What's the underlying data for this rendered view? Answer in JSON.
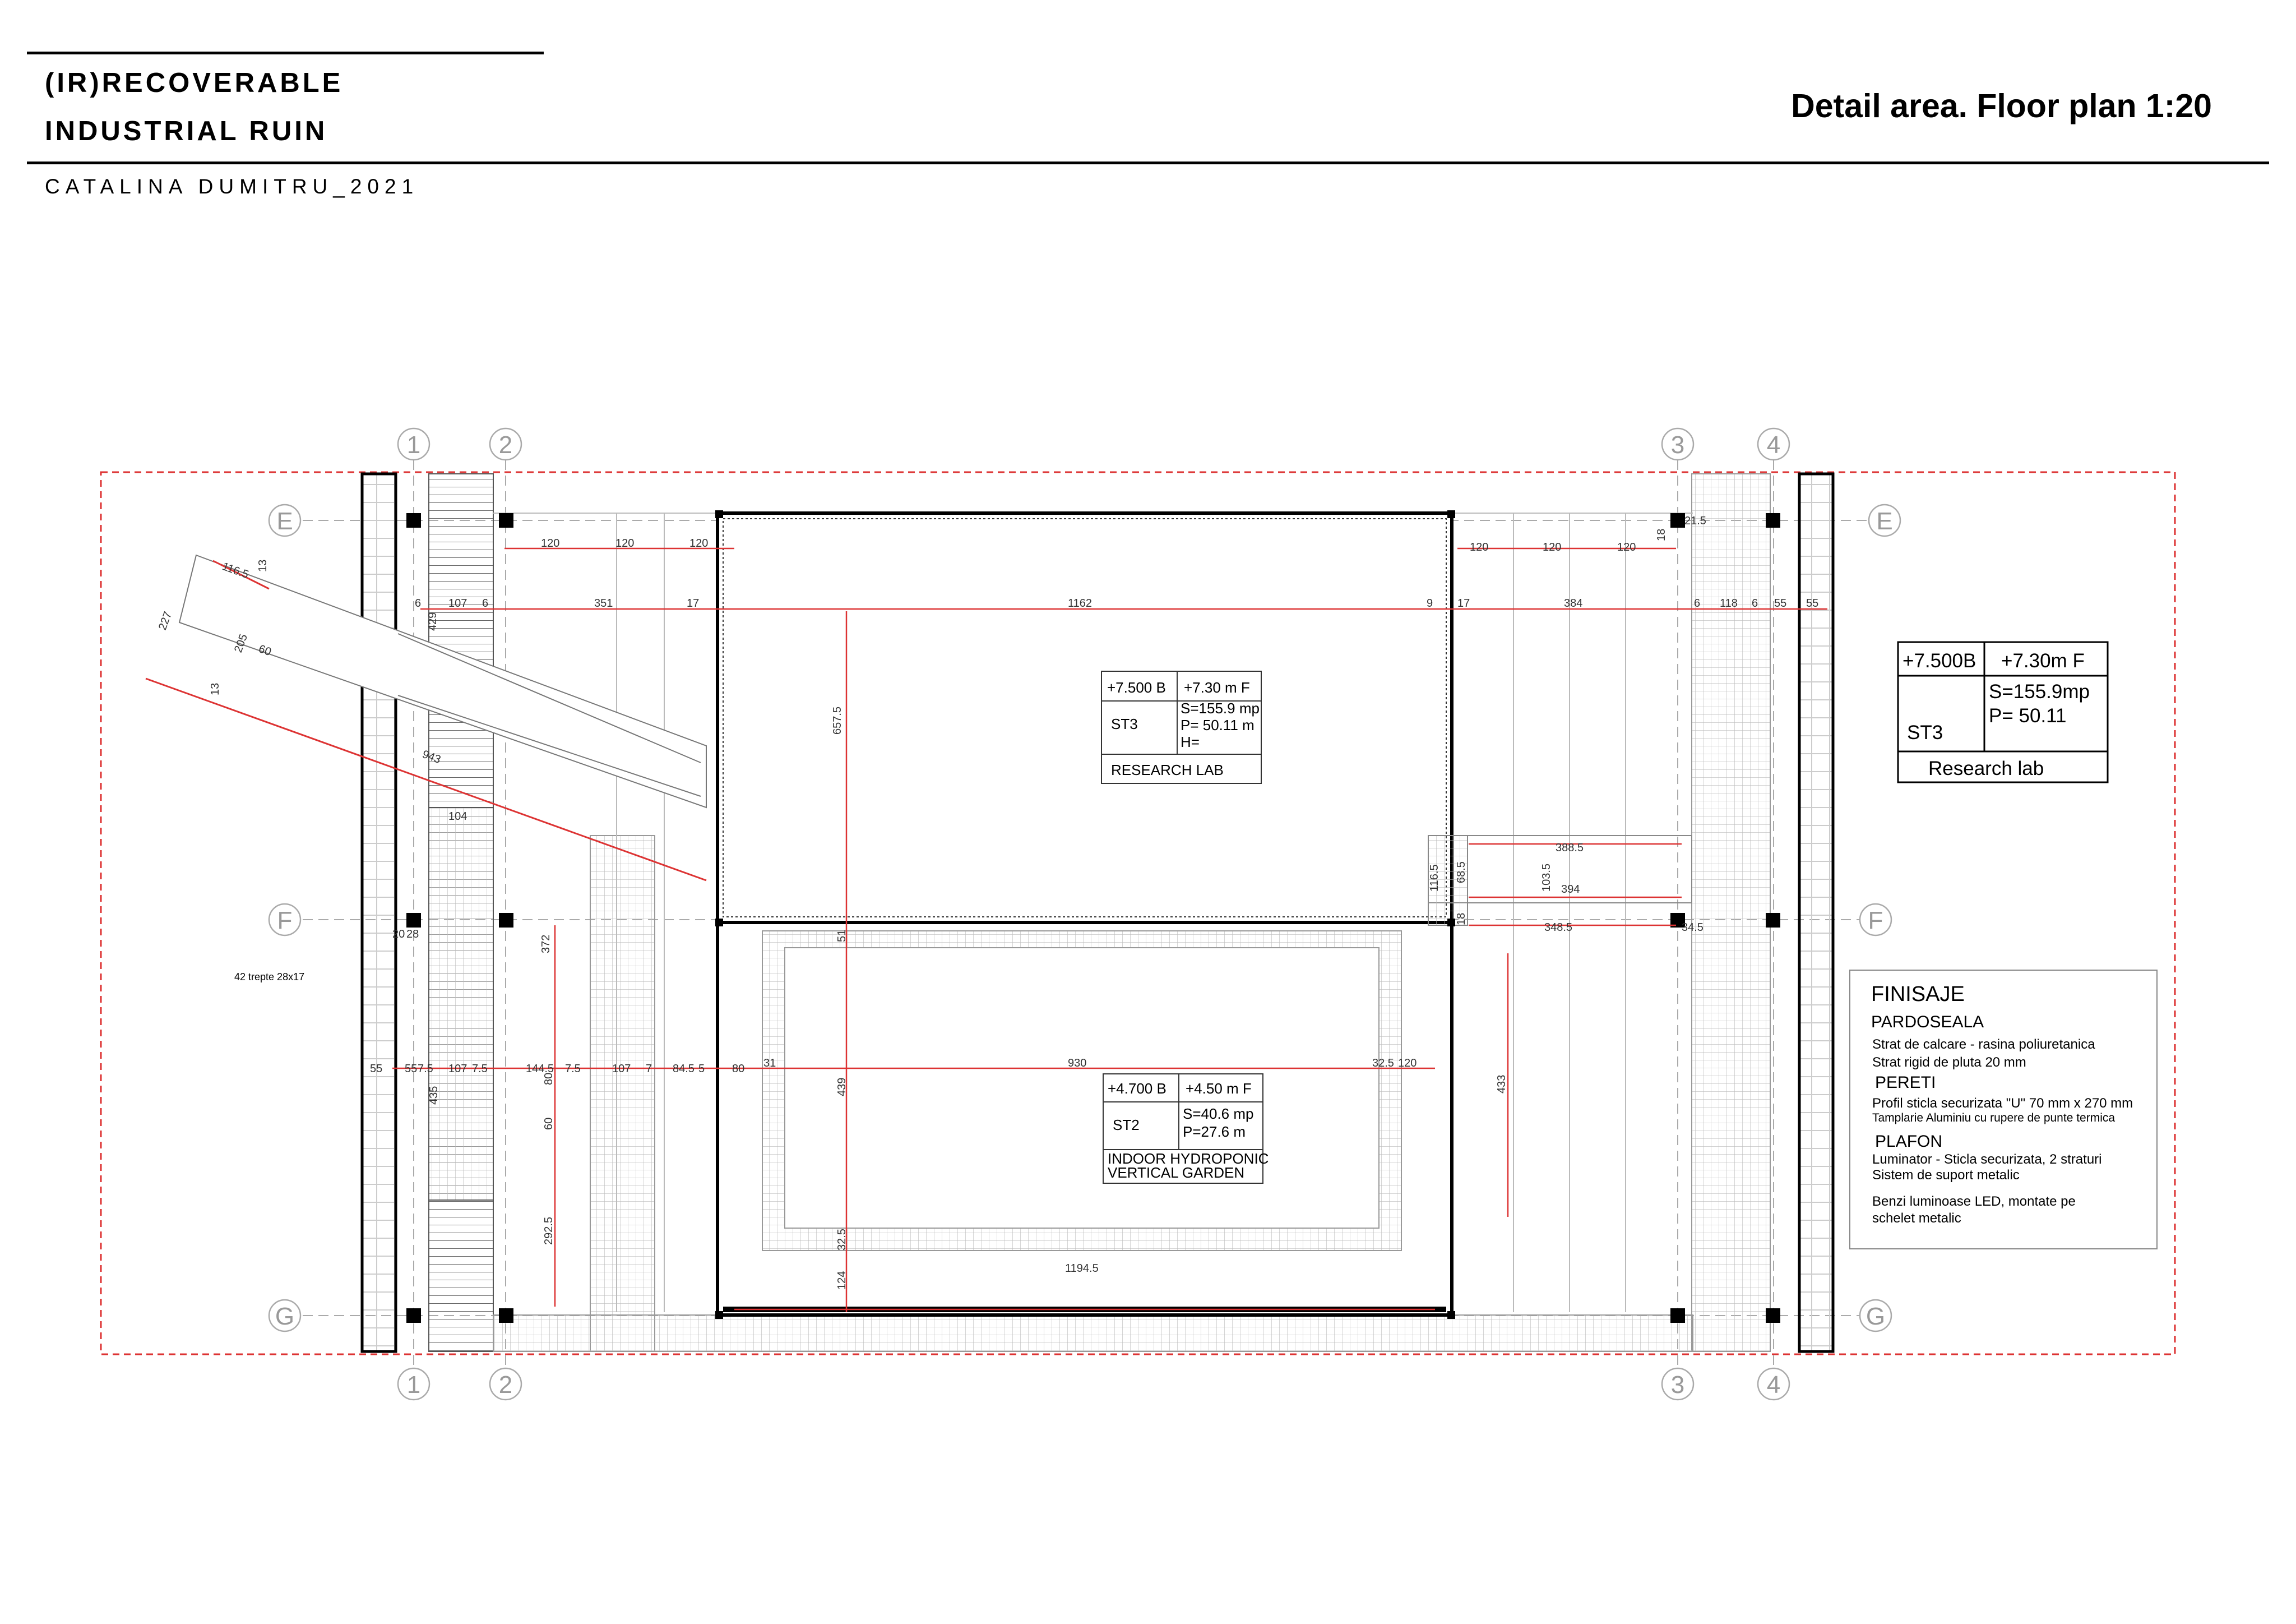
{
  "header": {
    "project_line1": "(IR)RECOVERABLE",
    "project_line2": "INDUSTRIAL RUIN",
    "author": "CATALINA DUMITRU_2021",
    "sheet_title": "Detail area. Floor plan 1:20"
  },
  "grid": {
    "columns": [
      "1",
      "2",
      "3",
      "4"
    ],
    "rows": [
      "E",
      "F",
      "G"
    ]
  },
  "stair_note": "42 trepte 28x17",
  "room_tags": [
    {
      "level_b": "+7.500 B",
      "level_f": "+7.30 m F",
      "code": "ST3",
      "area": "S=155.9 mp",
      "perimeter": "P= 50.11 m",
      "height": "H=",
      "name": "RESEARCH LAB"
    },
    {
      "level_b": "+4.700 B",
      "level_f": "+4.50 m F",
      "code": "ST2",
      "area": "S=40.6 mp",
      "perimeter": "P=27.6 m",
      "name_line1": "INDOOR HYDROPONIC",
      "name_line2": "VERTICAL GARDEN"
    }
  ],
  "legend_tag": {
    "level_b": "+7.500B",
    "level_f": "+7.30m F",
    "code": "ST3",
    "area": "S=155.9mp",
    "perimeter": "P= 50.11",
    "name": "Research lab"
  },
  "finishes": {
    "title": "FINISAJE",
    "sections": [
      {
        "heading": "PARDOSEALA",
        "lines": [
          "Strat de calcare - rasina poliuretanica",
          "Strat rigid de pluta 20 mm"
        ]
      },
      {
        "heading": "PERETI",
        "lines": [
          "Profil sticla securizata \"U\" 70 mm x 270 mm",
          "Tamplarie Aluminiu cu rupere de punte termica"
        ]
      },
      {
        "heading": "PLAFON",
        "lines": [
          "Luminator - Sticla securizata, 2 straturi",
          "Sistem de suport metalic"
        ]
      },
      {
        "heading": "",
        "lines": [
          "Benzi luminoase LED, montate pe",
          "schelet metalic"
        ]
      }
    ]
  },
  "dimensions": {
    "top_row": [
      "120",
      "120",
      "120",
      "120",
      "120",
      "120"
    ],
    "row_1162": [
      "6",
      "107",
      "6",
      "351",
      "17",
      "1162",
      "9",
      "17",
      "384",
      "6",
      "118",
      "6",
      "55",
      "55"
    ],
    "row_930": [
      "55",
      "55",
      "7.5",
      "107",
      "7.5",
      "144.5",
      "7.5",
      "107",
      "7",
      "84.5",
      "5",
      "80",
      "31",
      "930",
      "32.5",
      "120"
    ],
    "row_f": [
      "20",
      "28",
      "348.5",
      "34.5"
    ],
    "verticals": [
      "657.5",
      "372",
      "435",
      "80",
      "60",
      "292.5",
      "51",
      "439",
      "32.5",
      "124",
      "433",
      "429",
      "21.5",
      "18",
      "116.5",
      "68.5",
      "103.5",
      "18"
    ],
    "misc": [
      "116.5",
      "13",
      "227",
      "205",
      "13",
      "943",
      "104",
      "388.5",
      "394",
      "1194.5",
      "60"
    ]
  }
}
